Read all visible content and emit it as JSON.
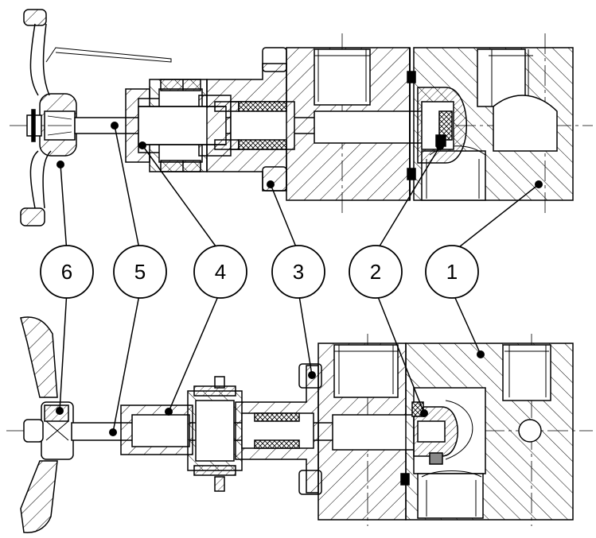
{
  "callouts": [
    {
      "id": "6",
      "label": "6"
    },
    {
      "id": "5",
      "label": "5"
    },
    {
      "id": "4",
      "label": "4"
    },
    {
      "id": "3",
      "label": "3"
    },
    {
      "id": "2",
      "label": "2"
    },
    {
      "id": "1",
      "label": "1"
    }
  ],
  "colors": {
    "ink": "#000000",
    "paper": "#ffffff",
    "gasket": "#888888"
  }
}
